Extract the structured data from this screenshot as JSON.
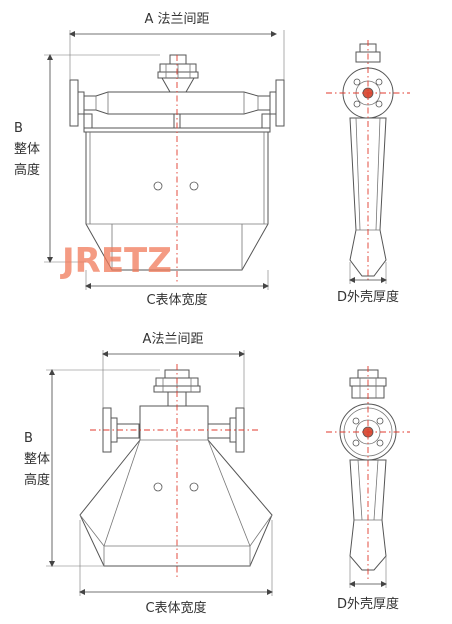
{
  "labels": {
    "a_flange_distance": "A 法兰间距",
    "a_flange_distance_2": "A法兰间距",
    "b_letter": "B",
    "b_line1": "整体",
    "b_line2": "高度",
    "c_body_width": "C表体宽度",
    "d_shell_thickness": "D外壳厚度"
  },
  "watermark": "JRETZ",
  "colors": {
    "line": "#555555",
    "centerline": "#e03a2c",
    "watermark": "#f07a5a",
    "text": "#333333"
  }
}
